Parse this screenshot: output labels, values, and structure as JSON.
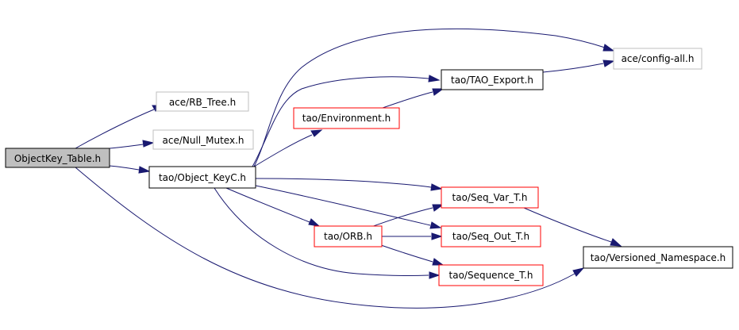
{
  "colors": {
    "root_fill": "#bfbfbf",
    "root_stroke": "#000000",
    "documented_stroke": "#000000",
    "red_stroke": "#ff0000",
    "external_stroke": "#bfbfbf",
    "edge": "#191970"
  },
  "nodes": {
    "objectkey_table": "ObjectKey_Table.h",
    "rb_tree": "ace/RB_Tree.h",
    "null_mutex": "ace/Null_Mutex.h",
    "object_keyc": "tao/Object_KeyC.h",
    "config_all": "ace/config-all.h",
    "tao_export": "tao/TAO_Export.h",
    "environment": "tao/Environment.h",
    "seq_var_t": "tao/Seq_Var_T.h",
    "orb": "tao/ORB.h",
    "seq_out_t": "tao/Seq_Out_T.h",
    "sequence_t": "tao/Sequence_T.h",
    "versioned_namespace": "tao/Versioned_Namespace.h"
  }
}
